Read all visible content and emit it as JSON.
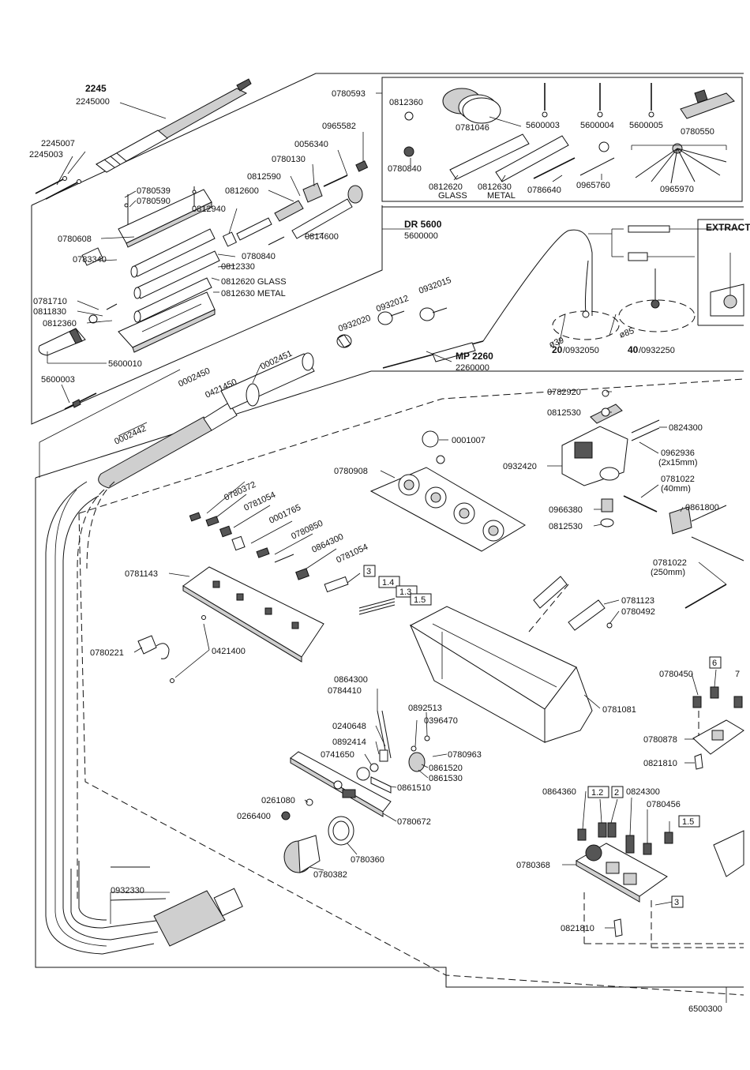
{
  "labels": {
    "t2245": "2245",
    "t2245000": "2245000",
    "t2245007": "2245007",
    "t2245003": "2245003",
    "t0780539": "0780539",
    "t0780590": "0780590",
    "t0780608": "0780608",
    "t0783340": "0783340",
    "t0781710": "0781710",
    "t0811830": "0811830",
    "t0812360a": "0812360",
    "t5600010": "5600010",
    "t5600003a": "5600003",
    "t0812600": "0812600",
    "t0812590": "0812590",
    "t0780130": "0780130",
    "t0056340": "0056340",
    "t0965582": "0965582",
    "t0812940": "0812940",
    "t0814600": "0814600",
    "t0780840a": "0780840",
    "t0812330": "0812330",
    "t0812620a": "0812620 GLASS",
    "t0812630a": "0812630 METAL",
    "t0780593": "0780593",
    "t0812360b": "0812360",
    "t0781046": "0781046",
    "t5600003b": "5600003",
    "t5600004": "5600004",
    "t5600005": "5600005",
    "t0780550": "0780550",
    "t0780840b": "0780840",
    "t0812620b": "0812620",
    "t0812620g": "GLASS",
    "t0812630b": "0812630",
    "t0812630m": "METAL",
    "t0786640": "0786640",
    "t0965760": "0965760",
    "t0965970": "0965970",
    "tDR5600": "DR 5600",
    "t5600000": "5600000",
    "tExtract": "EXTRACT",
    "t0932020": "0932020",
    "t0932012": "0932012",
    "t0932015": "0932015",
    "tMP2260": "MP 2260",
    "t2260000": "2260000",
    "t20": "20",
    "t0932050": "/0932050",
    "t40": "40",
    "t0932250": "/0932250",
    "tD39": "ø39",
    "tD85": "ø85",
    "t0002450": "0002450",
    "t0421450": "0421450",
    "t0002451": "0002451",
    "t0002442": "0002442",
    "t0782920": "0782920",
    "t0812530a": "0812530",
    "t0824300a": "0824300",
    "t0962936": "0962936",
    "t2x15": "(2x15mm)",
    "t0932420": "0932420",
    "t0781022a": "0781022",
    "t40mm": "(40mm)",
    "t0966380": "0966380",
    "t0861800": "0861800",
    "t0812530b": "0812530",
    "t0781022b": "0781022",
    "t250mm": "(250mm)",
    "t0001007": "0001007",
    "t0780908": "0780908",
    "t0780372": "0780372",
    "t0781054a": "0781054",
    "t0001765": "0001765",
    "t0780850": "0780850",
    "t0864300a": "0864300",
    "t0781054b": "0781054",
    "t0781143": "0781143",
    "t0780221": "0780221",
    "t0421400": "0421400",
    "t0781123": "0781123",
    "t0780492": "0780492",
    "t0781081": "0781081",
    "t0864300b": "0864300",
    "t0784410": "0784410",
    "t0892513": "0892513",
    "t0396470": "0396470",
    "t0240648": "0240648",
    "t0892414": "0892414",
    "t0741650": "0741650",
    "t0780963": "0780963",
    "t0861520": "0861520",
    "t0861530": "0861530",
    "t0861510": "0861510",
    "t0261080": "0261080",
    "t0266400": "0266400",
    "t0780672": "0780672",
    "t0780360": "0780360",
    "t0780382": "0780382",
    "t0932330": "0932330",
    "t0780450": "0780450",
    "t7": "7",
    "t0780878": "0780878",
    "t0821810a": "0821810",
    "t0864360": "0864360",
    "t0824300b": "0824300",
    "t0780456": "0780456",
    "t0780368": "0780368",
    "t0821810b": "0821810",
    "t6500300": "6500300"
  },
  "badges": {
    "b3a": "3",
    "b14": "1.4",
    "b13": "1.3",
    "b15a": "1.5",
    "b6": "6",
    "b12": "1.2",
    "b2": "2",
    "b15b": "1.5",
    "b3b": "3"
  }
}
